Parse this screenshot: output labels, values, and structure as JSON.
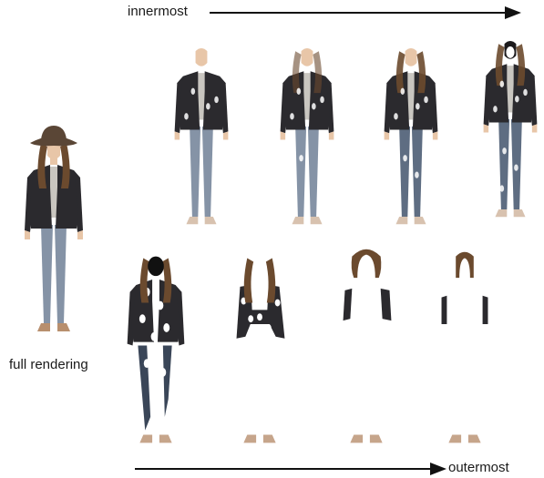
{
  "labels": {
    "top_arrow": "innermost",
    "bottom_arrow": "outermost",
    "full": "full rendering"
  },
  "colors": {
    "jacket": "#2b2a2e",
    "jeans": "#8593a6",
    "jeans_dark": "#5e6d82",
    "shirt": "#c9c6c0",
    "skin": "#e8c6a8",
    "hair": "#6b4a2e",
    "hat": "#5a4636",
    "shoe": "#b88f6e",
    "arrow": "#111111"
  },
  "figures": {
    "full": {
      "kind": "full"
    },
    "top_row": [
      {
        "kind": "inner1"
      },
      {
        "kind": "inner2"
      },
      {
        "kind": "inner3"
      },
      {
        "kind": "inner4"
      }
    ],
    "bottom_row": [
      {
        "kind": "outer1"
      },
      {
        "kind": "outer2"
      },
      {
        "kind": "outer3"
      },
      {
        "kind": "outer4"
      }
    ]
  }
}
